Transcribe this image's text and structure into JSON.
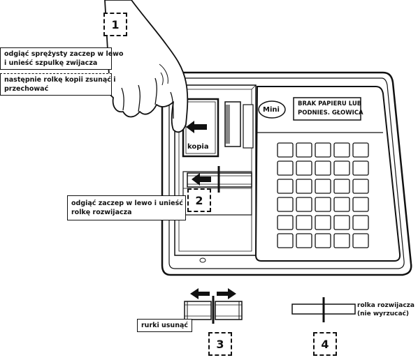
{
  "steps": [
    "1",
    "2",
    "3",
    "4"
  ],
  "instructions": {
    "step1_line1": "odgiąć sprężysty zaczep w lewo",
    "step1_line2": "i unieść szpulkę zwijacza",
    "step1b_line1": "następnie rolkę kopii zsunąć i",
    "step1b_line2": "przechować",
    "step2_line1": "odgiąć  zaczep w lewo i unieść",
    "step2_line2": "rolkę rozwijacza",
    "step3": "rurki usunąć",
    "step4_line1": "rolka rozwijacza",
    "step4_line2": "(nie wyrzucać)"
  },
  "device": {
    "logo": "Mini",
    "display_line1": "BRAK PAPIERU LUB",
    "display_line2": "PODNIES. GŁOWICA",
    "spool_label": "kopia"
  }
}
